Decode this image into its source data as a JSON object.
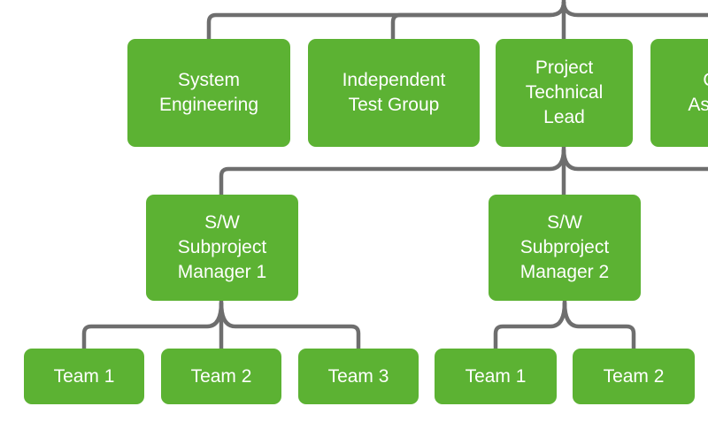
{
  "colors": {
    "node_fill": "#5CB233",
    "node_text": "#FFFFFF",
    "connector": "#6E6E6E",
    "background": "#FFFFFF"
  },
  "nodes": {
    "system_engineering": {
      "label": "System\nEngineering"
    },
    "independent_test_group": {
      "label": "Independent\nTest Group"
    },
    "project_technical_lead": {
      "label": "Project\nTechnical\nLead"
    },
    "quality_assurance": {
      "label": "Quality\nAssurance"
    },
    "sw_subproject_manager_1": {
      "label": "S/W\nSubproject\nManager 1"
    },
    "sw_subproject_manager_2": {
      "label": "S/W\nSubproject\nManager 2"
    },
    "manager1_team_1": {
      "label": "Team 1"
    },
    "manager1_team_2": {
      "label": "Team 2"
    },
    "manager1_team_3": {
      "label": "Team 3"
    },
    "manager2_team_1": {
      "label": "Team 1"
    },
    "manager2_team_2": {
      "label": "Team 2"
    }
  }
}
